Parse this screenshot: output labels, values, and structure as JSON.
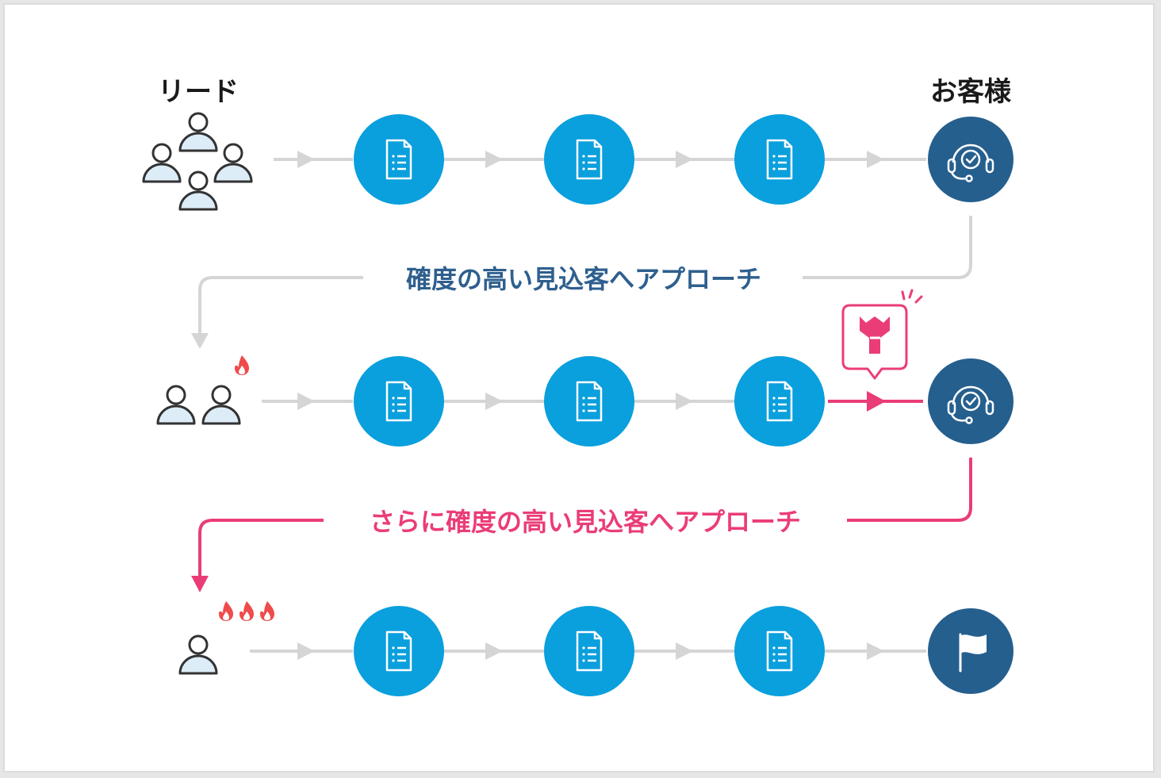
{
  "labels": {
    "lead": "リード",
    "customer": "お客様",
    "caption1": "確度の高い見込客へアプローチ",
    "caption2": "さらに確度の高い見込客へアプローチ"
  },
  "colors": {
    "step_circle": "#0a9fdd",
    "goal_circle": "#255f8e",
    "arrow_gray": "#d5d5d5",
    "arrow_pink": "#ea3d78",
    "caption_blue": "#2e5f8e",
    "caption_pink": "#ea3d78",
    "flame": "#ef4b4b",
    "person_fill": "#dcedf8",
    "person_stroke": "#333333"
  },
  "rows": [
    {
      "group": "leads-group",
      "steps": [
        "document-icon",
        "document-icon",
        "document-icon"
      ],
      "goal": "headset-check-icon",
      "flames": 0,
      "highlighted_link": false
    },
    {
      "group": "prospects-pair",
      "steps": [
        "document-icon",
        "document-icon",
        "document-icon"
      ],
      "goal": "headset-check-icon",
      "flames": 1,
      "highlighted_link": true,
      "notification_icon": "tool-logo-bubble-icon"
    },
    {
      "group": "single-prospect",
      "steps": [
        "document-icon",
        "document-icon",
        "document-icon"
      ],
      "goal": "flag-icon",
      "flames": 3,
      "highlighted_link": false
    }
  ]
}
